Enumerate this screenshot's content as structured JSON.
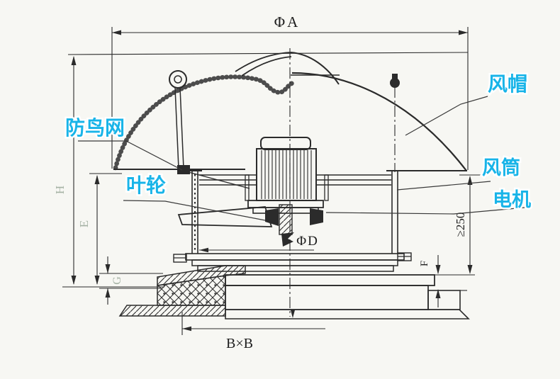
{
  "callouts": {
    "bird_net": "防鸟网",
    "impeller": "叶轮",
    "wind_cap": "风帽",
    "air_duct": "风筒",
    "motor": "电机"
  },
  "dimensions": {
    "top_diameter": "ΦA",
    "impeller_diameter": "ΦD",
    "base_square": "B×B",
    "min_clearance": "≥250",
    "total_height": "H",
    "mid_height": "E",
    "curb_step": "G",
    "flange_step": "F"
  },
  "colors": {
    "background": "#f7f7f3",
    "ink": "#2b2b2b",
    "callout_text": "#18b4e8"
  }
}
